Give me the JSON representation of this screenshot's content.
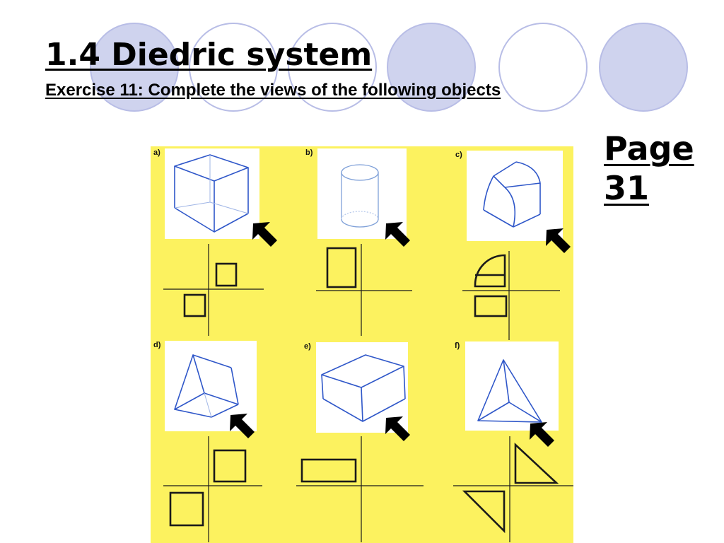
{
  "header": {
    "title": "1.4 Diedric system",
    "subtitle": "Exercise 11: Complete the views of the following objects"
  },
  "page_ref": {
    "line1": "Page",
    "line2": "31"
  },
  "exercises": [
    {
      "label": "a)",
      "object": "cube"
    },
    {
      "label": "b)",
      "object": "cylinder"
    },
    {
      "label": "c)",
      "object": "quarter-cylinder"
    },
    {
      "label": "d)",
      "object": "triangular-prism"
    },
    {
      "label": "e)",
      "object": "rectangular-prism"
    },
    {
      "label": "f)",
      "object": "tetrahedron"
    }
  ],
  "colors": {
    "sheet": "#fbf14a",
    "card": "#ffffff",
    "sketch_line": "#2f57c9",
    "decor_circle_fill": "#cfd3ee",
    "decor_circle_stroke": "#b8bde6"
  }
}
